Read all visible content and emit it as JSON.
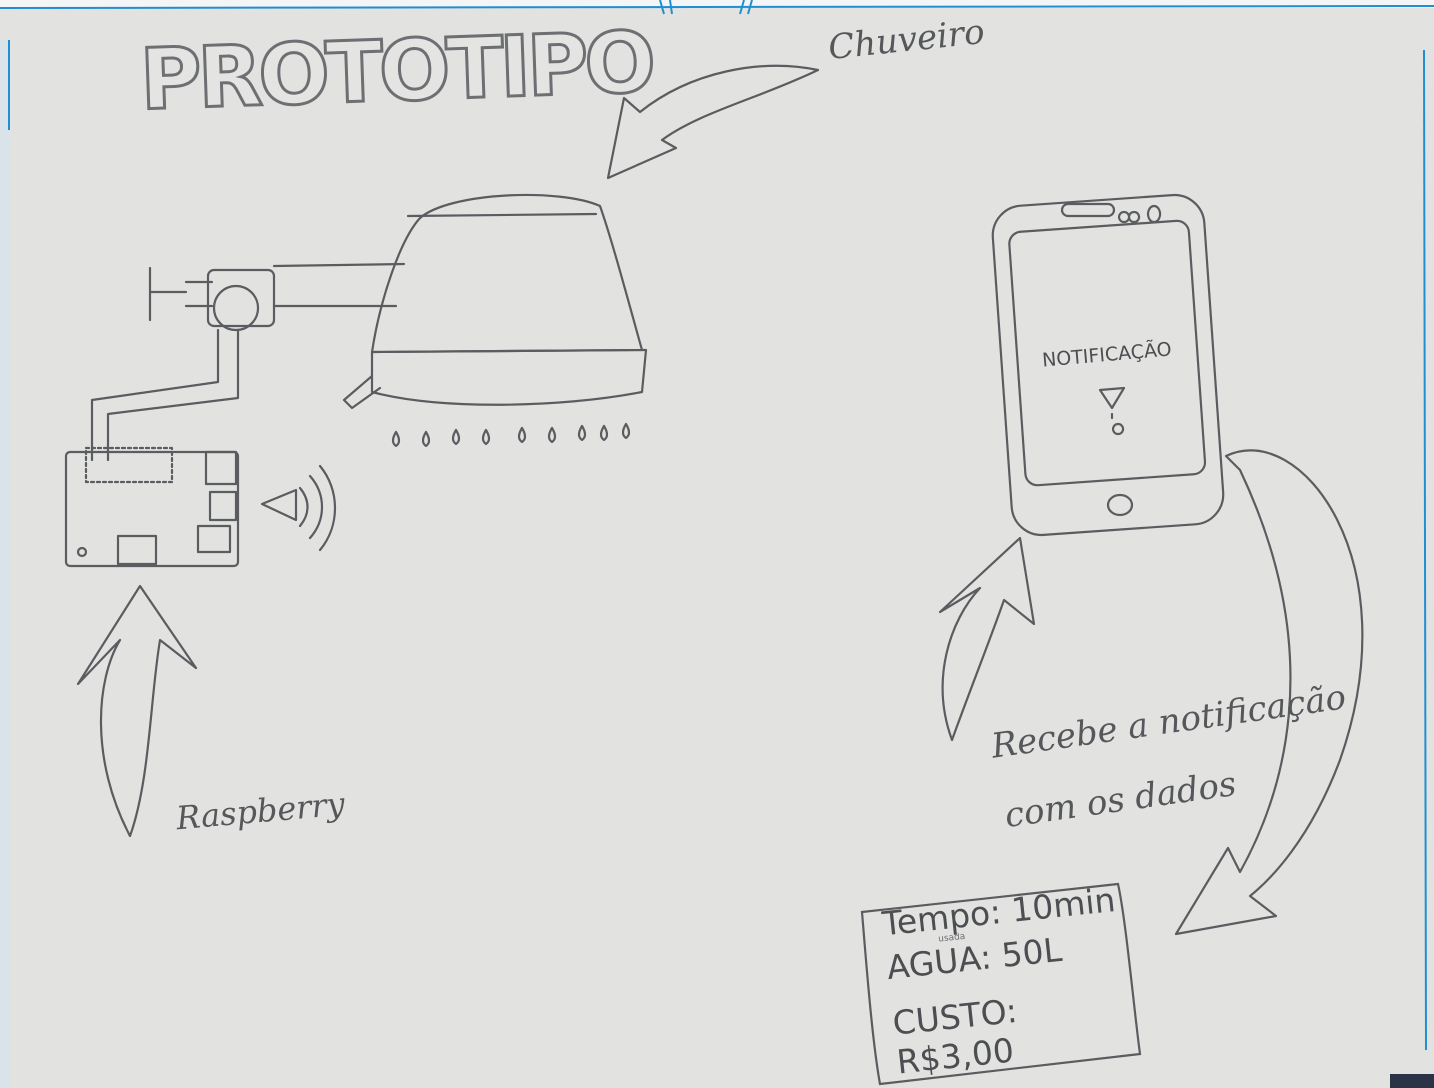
{
  "diagram": {
    "logo_text": "PROTOTIPO",
    "labels": {
      "shower": "Chuveiro",
      "raspberry": "Raspberry",
      "receive_line1": "Recebe a notificação",
      "receive_line2": "com os dados"
    },
    "phone": {
      "notification_text": "NOTIFICAÇÃO"
    },
    "data_card": {
      "time": "Tempo: 10min",
      "water": "AGUA: 50L",
      "water_note": "usada",
      "cost": "CUSTO: R$3,00"
    }
  },
  "colors": {
    "paper": "#e2e3e1",
    "pencil": "#5a5c60",
    "frame_blue": "#1f8fd0"
  }
}
